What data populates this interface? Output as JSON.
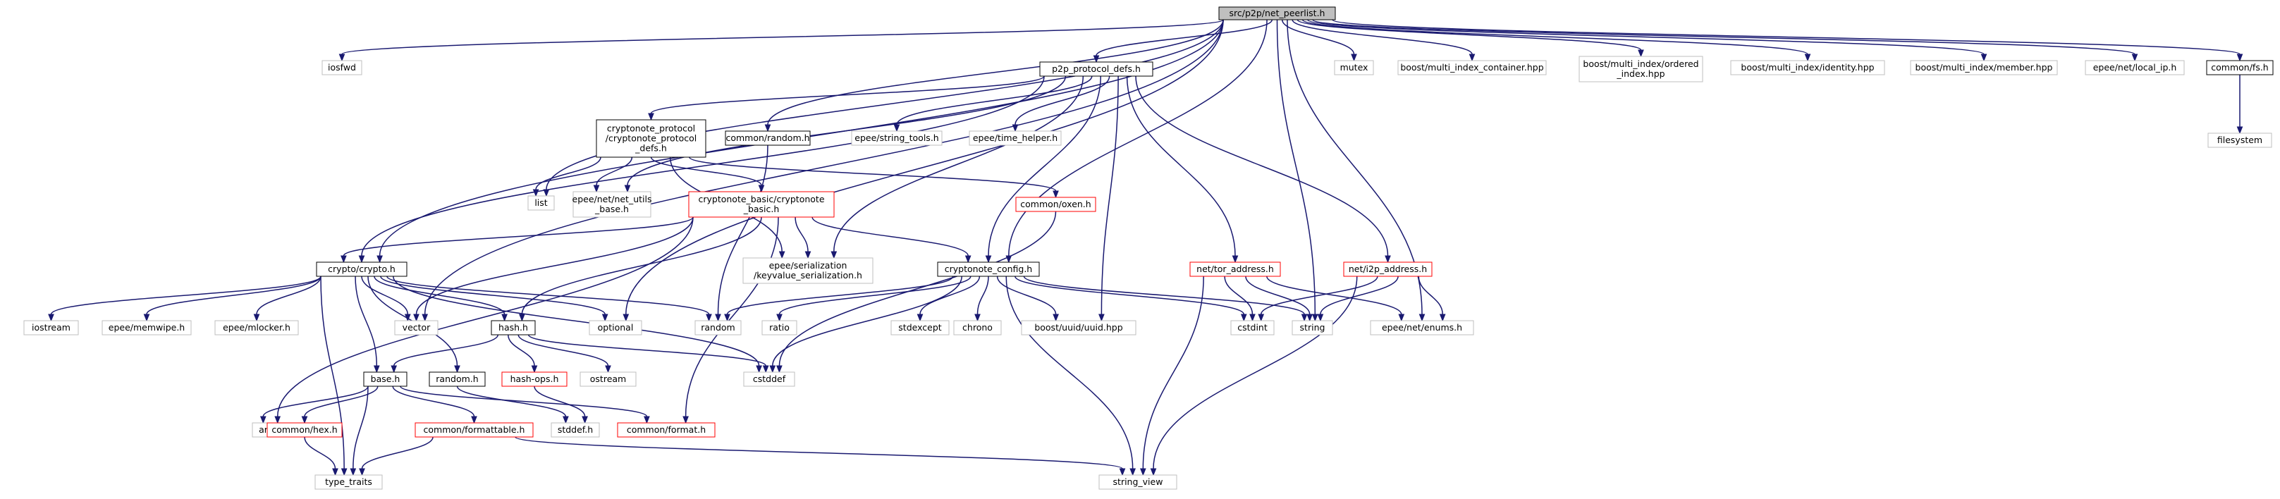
{
  "graph": {
    "root": "root",
    "colors": {
      "edge": "#191970",
      "root_fill": "#bfbfbf",
      "documented_border": "#000000",
      "truncated_border": "#ff0000",
      "external_border": "#bfbfbf",
      "text": "#000000"
    },
    "nodes": [
      {
        "id": "root",
        "lines": [
          "src/p2p/net_peerlist.h"
        ],
        "kind": "root"
      },
      {
        "id": "iosfwd",
        "lines": [
          "iosfwd"
        ],
        "kind": "external"
      },
      {
        "id": "p2p_protocol_defs",
        "lines": [
          "p2p_protocol_defs.h"
        ],
        "kind": "documented"
      },
      {
        "id": "mutex",
        "lines": [
          "mutex"
        ],
        "kind": "external"
      },
      {
        "id": "bmic",
        "lines": [
          "boost/multi_index_container.hpp"
        ],
        "kind": "external"
      },
      {
        "id": "bmi_ordered",
        "lines": [
          "boost/multi_index/ordered",
          "_index.hpp"
        ],
        "kind": "external"
      },
      {
        "id": "bmi_identity",
        "lines": [
          "boost/multi_index/identity.hpp"
        ],
        "kind": "external"
      },
      {
        "id": "bmi_member",
        "lines": [
          "boost/multi_index/member.hpp"
        ],
        "kind": "external"
      },
      {
        "id": "local_ip",
        "lines": [
          "epee/net/local_ip.h"
        ],
        "kind": "external"
      },
      {
        "id": "fs",
        "lines": [
          "common/fs.h"
        ],
        "kind": "documented"
      },
      {
        "id": "filesystem",
        "lines": [
          "filesystem"
        ],
        "kind": "external"
      },
      {
        "id": "cn_protocol_defs",
        "lines": [
          "cryptonote_protocol",
          "/cryptonote_protocol",
          "_defs.h"
        ],
        "kind": "documented"
      },
      {
        "id": "common_random",
        "lines": [
          "common/random.h"
        ],
        "kind": "documented"
      },
      {
        "id": "string_tools",
        "lines": [
          "epee/string_tools.h"
        ],
        "kind": "external"
      },
      {
        "id": "time_helper",
        "lines": [
          "epee/time_helper.h"
        ],
        "kind": "external"
      },
      {
        "id": "list",
        "lines": [
          "list"
        ],
        "kind": "external"
      },
      {
        "id": "net_utils_base",
        "lines": [
          "epee/net/net_utils",
          "_base.h"
        ],
        "kind": "external"
      },
      {
        "id": "cn_basic",
        "lines": [
          "cryptonote_basic/cryptonote",
          "_basic.h"
        ],
        "kind": "truncated"
      },
      {
        "id": "oxen",
        "lines": [
          "common/oxen.h"
        ],
        "kind": "truncated"
      },
      {
        "id": "crypto",
        "lines": [
          "crypto/crypto.h"
        ],
        "kind": "documented"
      },
      {
        "id": "kv_serial",
        "lines": [
          "epee/serialization",
          "/keyvalue_serialization.h"
        ],
        "kind": "external"
      },
      {
        "id": "cn_config",
        "lines": [
          "cryptonote_config.h"
        ],
        "kind": "documented"
      },
      {
        "id": "tor_address",
        "lines": [
          "net/tor_address.h"
        ],
        "kind": "truncated"
      },
      {
        "id": "i2p_address",
        "lines": [
          "net/i2p_address.h"
        ],
        "kind": "truncated"
      },
      {
        "id": "iostream",
        "lines": [
          "iostream"
        ],
        "kind": "external"
      },
      {
        "id": "memwipe",
        "lines": [
          "epee/memwipe.h"
        ],
        "kind": "external"
      },
      {
        "id": "mlocker",
        "lines": [
          "epee/mlocker.h"
        ],
        "kind": "external"
      },
      {
        "id": "vector",
        "lines": [
          "vector"
        ],
        "kind": "external"
      },
      {
        "id": "hash",
        "lines": [
          "hash.h"
        ],
        "kind": "documented"
      },
      {
        "id": "optional",
        "lines": [
          "optional"
        ],
        "kind": "external"
      },
      {
        "id": "random",
        "lines": [
          "random"
        ],
        "kind": "external"
      },
      {
        "id": "ratio",
        "lines": [
          "ratio"
        ],
        "kind": "external"
      },
      {
        "id": "stdexcept",
        "lines": [
          "stdexcept"
        ],
        "kind": "external"
      },
      {
        "id": "chrono",
        "lines": [
          "chrono"
        ],
        "kind": "external"
      },
      {
        "id": "uuid",
        "lines": [
          "boost/uuid/uuid.hpp"
        ],
        "kind": "external"
      },
      {
        "id": "cstdint",
        "lines": [
          "cstdint"
        ],
        "kind": "external"
      },
      {
        "id": "string",
        "lines": [
          "string"
        ],
        "kind": "external"
      },
      {
        "id": "enums",
        "lines": [
          "epee/net/enums.h"
        ],
        "kind": "external"
      },
      {
        "id": "base",
        "lines": [
          "base.h"
        ],
        "kind": "documented"
      },
      {
        "id": "crypto_random",
        "lines": [
          "random.h"
        ],
        "kind": "documented"
      },
      {
        "id": "hash_ops",
        "lines": [
          "hash-ops.h"
        ],
        "kind": "truncated"
      },
      {
        "id": "ostream",
        "lines": [
          "ostream"
        ],
        "kind": "external"
      },
      {
        "id": "cstddef",
        "lines": [
          "cstddef"
        ],
        "kind": "external"
      },
      {
        "id": "array",
        "lines": [
          "array"
        ],
        "kind": "external"
      },
      {
        "id": "hex",
        "lines": [
          "common/hex.h"
        ],
        "kind": "truncated"
      },
      {
        "id": "formattable",
        "lines": [
          "common/formattable.h"
        ],
        "kind": "truncated"
      },
      {
        "id": "stddef",
        "lines": [
          "stddef.h"
        ],
        "kind": "external"
      },
      {
        "id": "format",
        "lines": [
          "common/format.h"
        ],
        "kind": "truncated"
      },
      {
        "id": "type_traits",
        "lines": [
          "type_traits"
        ],
        "kind": "external"
      },
      {
        "id": "string_view",
        "lines": [
          "string_view"
        ],
        "kind": "external"
      }
    ],
    "edges": [
      [
        "root",
        "iosfwd"
      ],
      [
        "root",
        "p2p_protocol_defs"
      ],
      [
        "root",
        "mutex"
      ],
      [
        "root",
        "bmic"
      ],
      [
        "root",
        "bmi_ordered"
      ],
      [
        "root",
        "bmi_identity"
      ],
      [
        "root",
        "bmi_member"
      ],
      [
        "root",
        "local_ip"
      ],
      [
        "root",
        "fs"
      ],
      [
        "root",
        "crypto"
      ],
      [
        "root",
        "list"
      ],
      [
        "root",
        "vector"
      ],
      [
        "root",
        "optional"
      ],
      [
        "root",
        "common_random"
      ],
      [
        "root",
        "string"
      ],
      [
        "root",
        "enums"
      ],
      [
        "root",
        "cn_config"
      ],
      [
        "fs",
        "filesystem"
      ],
      [
        "p2p_protocol_defs",
        "cn_protocol_defs"
      ],
      [
        "p2p_protocol_defs",
        "string_tools"
      ],
      [
        "p2p_protocol_defs",
        "time_helper"
      ],
      [
        "p2p_protocol_defs",
        "net_utils_base"
      ],
      [
        "p2p_protocol_defs",
        "kv_serial"
      ],
      [
        "p2p_protocol_defs",
        "crypto"
      ],
      [
        "p2p_protocol_defs",
        "cn_config"
      ],
      [
        "p2p_protocol_defs",
        "tor_address"
      ],
      [
        "p2p_protocol_defs",
        "i2p_address"
      ],
      [
        "p2p_protocol_defs",
        "uuid"
      ],
      [
        "cn_protocol_defs",
        "list"
      ],
      [
        "cn_protocol_defs",
        "net_utils_base"
      ],
      [
        "cn_protocol_defs",
        "cn_basic"
      ],
      [
        "cn_protocol_defs",
        "oxen"
      ],
      [
        "cn_protocol_defs",
        "kv_serial"
      ],
      [
        "common_random",
        "random"
      ],
      [
        "oxen",
        "cstddef"
      ],
      [
        "cn_basic",
        "crypto"
      ],
      [
        "cn_basic",
        "kv_serial"
      ],
      [
        "cn_basic",
        "cn_config"
      ],
      [
        "cn_basic",
        "hash"
      ],
      [
        "cn_basic",
        "vector"
      ],
      [
        "cn_basic",
        "array"
      ],
      [
        "cn_basic",
        "format"
      ],
      [
        "crypto",
        "iostream"
      ],
      [
        "crypto",
        "memwipe"
      ],
      [
        "crypto",
        "mlocker"
      ],
      [
        "crypto",
        "vector"
      ],
      [
        "crypto",
        "hash"
      ],
      [
        "crypto",
        "optional"
      ],
      [
        "crypto",
        "random"
      ],
      [
        "crypto",
        "base"
      ],
      [
        "crypto",
        "crypto_random"
      ],
      [
        "crypto",
        "type_traits"
      ],
      [
        "crypto",
        "cstddef"
      ],
      [
        "cn_config",
        "random"
      ],
      [
        "cn_config",
        "ratio"
      ],
      [
        "cn_config",
        "stdexcept"
      ],
      [
        "cn_config",
        "chrono"
      ],
      [
        "cn_config",
        "uuid"
      ],
      [
        "cn_config",
        "cstdint"
      ],
      [
        "cn_config",
        "string"
      ],
      [
        "cn_config",
        "cstddef"
      ],
      [
        "cn_config",
        "string_view"
      ],
      [
        "tor_address",
        "cstdint"
      ],
      [
        "tor_address",
        "string"
      ],
      [
        "tor_address",
        "enums"
      ],
      [
        "tor_address",
        "string_view"
      ],
      [
        "i2p_address",
        "cstdint"
      ],
      [
        "i2p_address",
        "string"
      ],
      [
        "i2p_address",
        "enums"
      ],
      [
        "i2p_address",
        "string_view"
      ],
      [
        "hash",
        "base"
      ],
      [
        "hash",
        "hash_ops"
      ],
      [
        "hash",
        "ostream"
      ],
      [
        "hash",
        "cstddef"
      ],
      [
        "hash_ops",
        "stddef"
      ],
      [
        "crypto_random",
        "stddef"
      ],
      [
        "base",
        "array"
      ],
      [
        "base",
        "hex"
      ],
      [
        "base",
        "formattable"
      ],
      [
        "base",
        "format"
      ],
      [
        "base",
        "type_traits"
      ],
      [
        "hex",
        "type_traits"
      ],
      [
        "formattable",
        "type_traits"
      ],
      [
        "formattable",
        "string_view"
      ]
    ]
  }
}
